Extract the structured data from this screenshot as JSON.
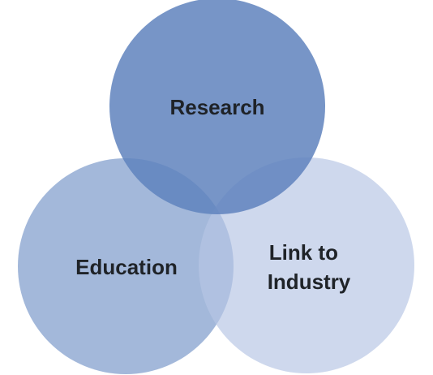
{
  "diagram": {
    "type": "venn",
    "sets": [
      {
        "id": "research",
        "label_lines": [
          "Research"
        ],
        "color": "#5f83bd",
        "opacity": 0.85
      },
      {
        "id": "education",
        "label_lines": [
          "Education"
        ],
        "color": "#7f9dcc",
        "opacity": 0.72
      },
      {
        "id": "industry",
        "label_lines": [
          "Link to",
          "Industry"
        ],
        "color": "#b7c6e4",
        "opacity": 0.68
      }
    ]
  }
}
